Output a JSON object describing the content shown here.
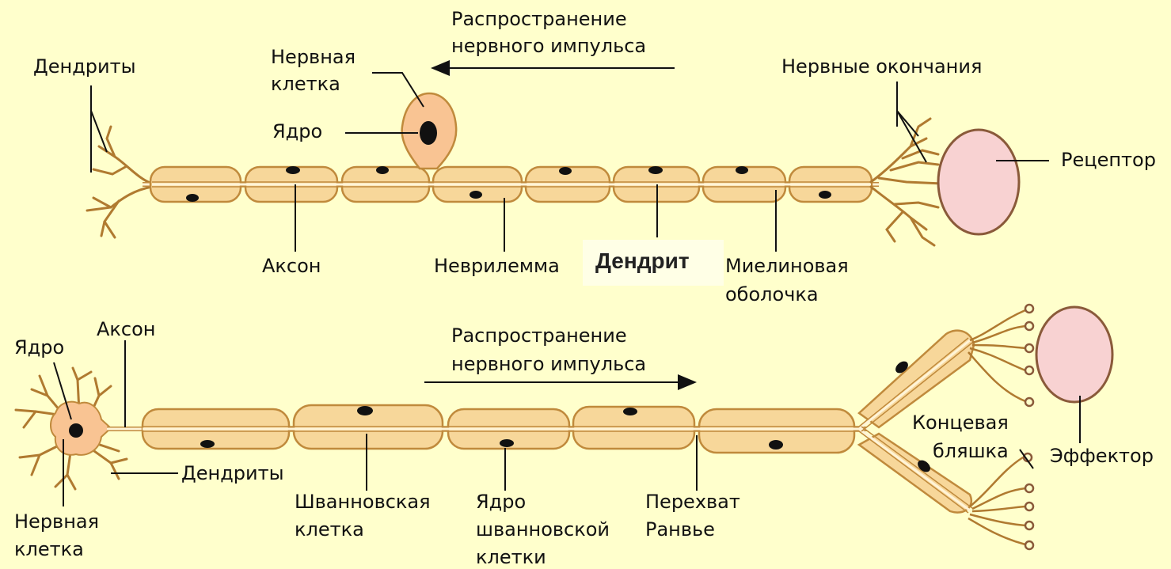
{
  "labels": {
    "propagation_top_1": "Распространение",
    "propagation_top_2": "нервного импульса",
    "dendrites_top": "Дендриты",
    "nerve_cell_top_1": "Нервная",
    "nerve_cell_top_2": "клетка",
    "nucleus_top": "Ядро",
    "nerve_endings": "Нервные окончания",
    "receptor": "Рецептор",
    "axon_top": "Аксон",
    "neurilemma": "Неврилемма",
    "dendrite_highlight": "Дендрит",
    "myelin_1": "Миелиновая",
    "myelin_2": "оболочка",
    "nucleus_bottom": "Ядро",
    "axon_bottom": "Аксон",
    "propagation_bottom_1": "Распространение",
    "propagation_bottom_2": "нервного импульса",
    "dendrites_bottom": "Дендриты",
    "nerve_cell_bottom_1": "Нервная",
    "nerve_cell_bottom_2": "клетка",
    "schwann_cell_1": "Шванновская",
    "schwann_cell_2": "клетка",
    "schwann_nucleus_1": "Ядро",
    "schwann_nucleus_2": "шванновской",
    "schwann_nucleus_3": "клетки",
    "ranvier_1": "Перехват",
    "ranvier_2": "Ранвье",
    "end_plate_1": "Концевая",
    "end_plate_2": "бляшка",
    "effector": "Эффектор"
  },
  "colors": {
    "background": "#ffffcc",
    "schwann_fill": "#f7d79a",
    "schwann_stroke": "#c08a3c",
    "axon": "#fff4d8",
    "cell_body": "#f9c493",
    "nucleus": "#111111",
    "target_organ": "#f8d2d2",
    "target_organ_stroke": "#8a5a3a",
    "line": "#111111"
  }
}
